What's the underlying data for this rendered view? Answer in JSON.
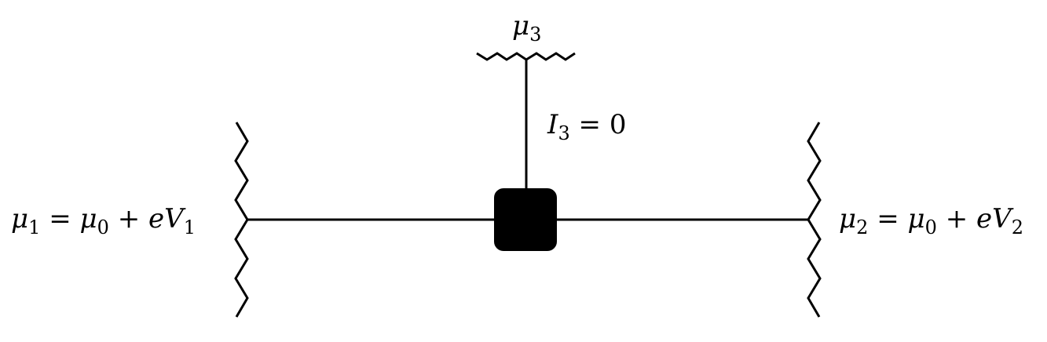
{
  "diagram": {
    "type": "three-terminal-device",
    "colors": {
      "stroke": "#000000",
      "background": "#ffffff",
      "device_fill": "#000000"
    },
    "device": {
      "shape": "rounded-square",
      "label": ""
    },
    "terminals": [
      {
        "id": "reservoir-1",
        "position": "left",
        "label": {
          "symbol": "μ",
          "sub": "1",
          "rhs_symbol": "μ",
          "rhs_sub": "0",
          "plus": "+",
          "term": "eV",
          "term_sub": "1",
          "text": "μ1 = μ0 + eV1"
        }
      },
      {
        "id": "reservoir-2",
        "position": "right",
        "label": {
          "symbol": "μ",
          "sub": "2",
          "rhs_symbol": "μ",
          "rhs_sub": "0",
          "plus": "+",
          "term": "eV",
          "term_sub": "2",
          "text": "μ2 = μ0 + eV2"
        }
      },
      {
        "id": "reservoir-3",
        "position": "top",
        "label": {
          "symbol": "μ",
          "sub": "3",
          "text": "μ3"
        }
      }
    ],
    "annotations": [
      {
        "id": "probe-current",
        "symbol": "I",
        "sub": "3",
        "eq": "=",
        "value": "0",
        "text": "I3 = 0"
      }
    ]
  }
}
